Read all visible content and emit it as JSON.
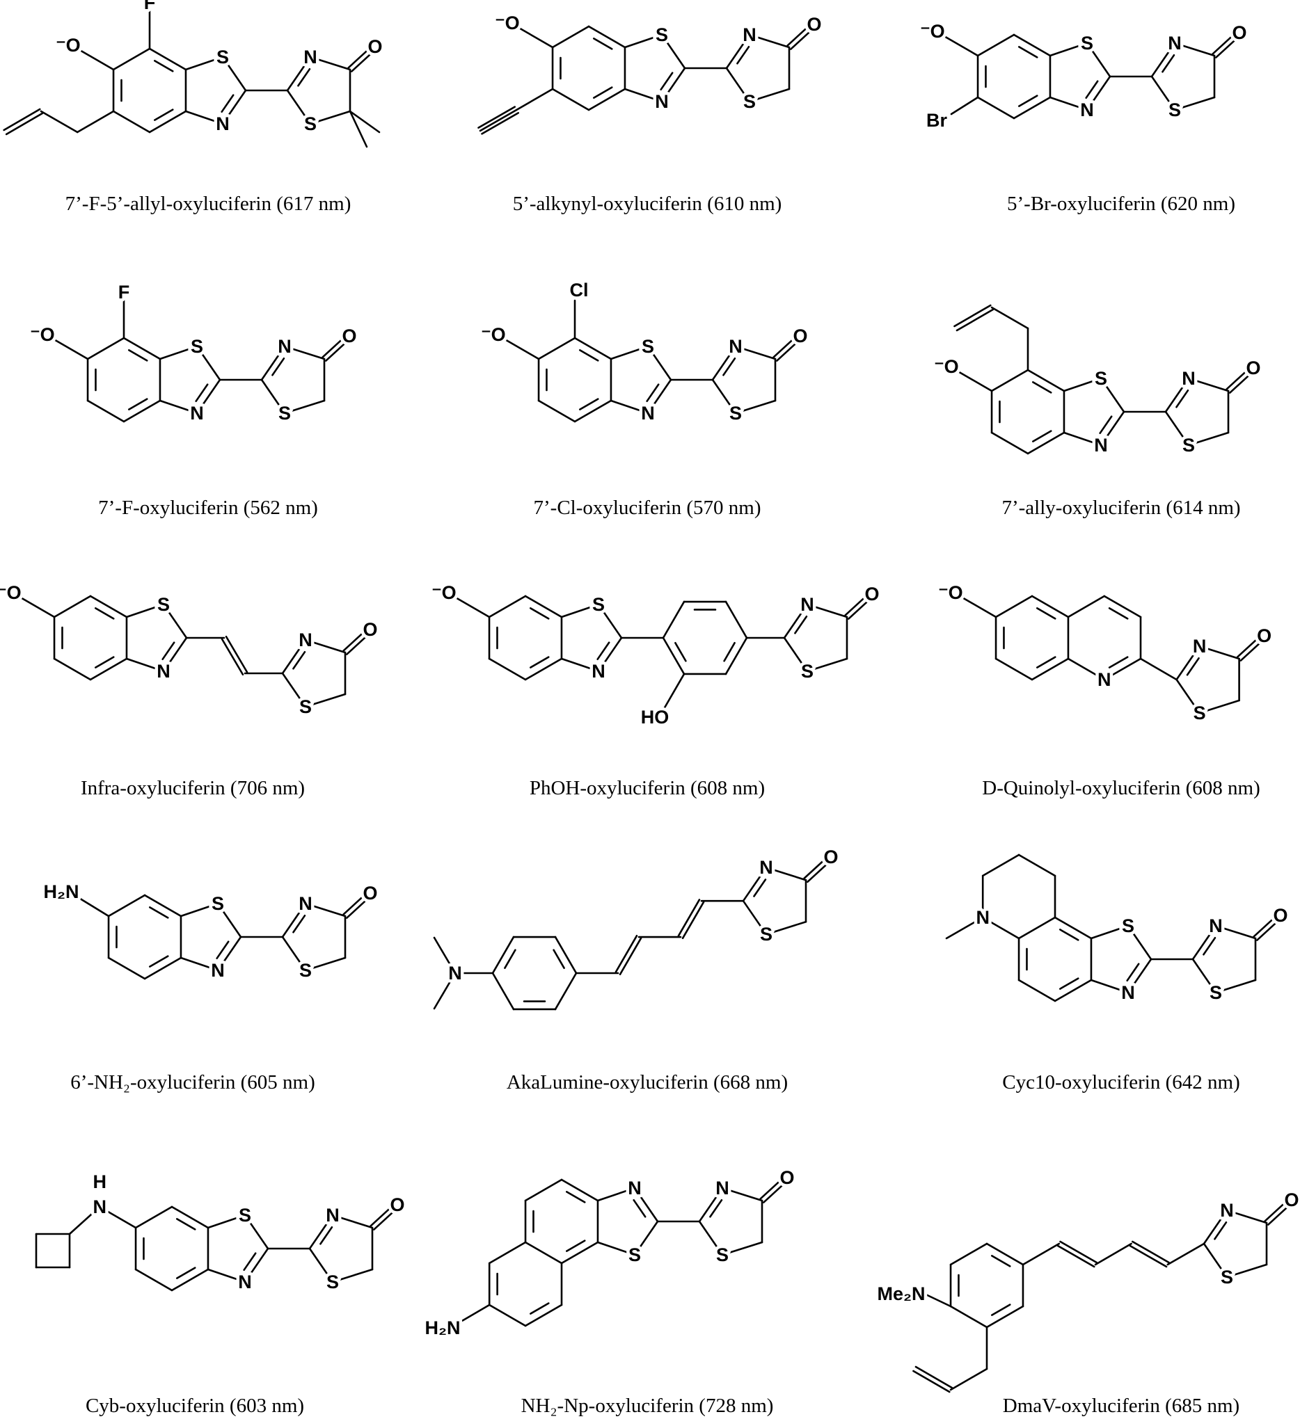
{
  "molecules": [
    {
      "caption": "7’-F-5’-allyl-oxyluciferin (617 nm)",
      "atoms": [
        "S",
        "N",
        "N",
        "O",
        "S",
        "⁻O",
        "F"
      ]
    },
    {
      "caption": "5’-alkynyl-oxyluciferin  (610 nm)",
      "atoms": [
        "S",
        "N",
        "N",
        "O",
        "S",
        "⁻O"
      ]
    },
    {
      "caption": "5’-Br-oxyluciferin (620 nm)",
      "atoms": [
        "S",
        "N",
        "N",
        "O",
        "S",
        "⁻O",
        "Br"
      ]
    },
    {
      "caption": "7’-F-oxyluciferin  (562 nm)",
      "atoms": [
        "S",
        "N",
        "N",
        "O",
        "S",
        "⁻O",
        "F"
      ]
    },
    {
      "caption": "7’-Cl-oxyluciferin  (570 nm)",
      "atoms": [
        "S",
        "N",
        "N",
        "O",
        "S",
        "⁻O",
        "Cl"
      ]
    },
    {
      "caption": "7’-ally-oxyluciferin  (614 nm)",
      "atoms": [
        "S",
        "N",
        "N",
        "O",
        "S",
        "⁻O"
      ]
    },
    {
      "caption": "Infra-oxyluciferin (706 nm)",
      "atoms": [
        "S",
        "N",
        "N",
        "O",
        "S",
        "⁻O"
      ]
    },
    {
      "caption": "PhOH-oxyluciferin (608 nm)",
      "atoms": [
        "S",
        "N",
        "N",
        "O",
        "S",
        "⁻O",
        "HO"
      ]
    },
    {
      "caption": "D-Quinolyl-oxyluciferin (608 nm)",
      "atoms": [
        "N",
        "N",
        "O",
        "S",
        "⁻O"
      ]
    },
    {
      "caption": "6’-NH₂-oxyluciferin (605 nm)",
      "atoms": [
        "S",
        "N",
        "N",
        "O",
        "S",
        "H₂N"
      ]
    },
    {
      "caption": "AkaLumine-oxyluciferin (668 nm)",
      "atoms": [
        "N",
        "O",
        "S",
        "N"
      ]
    },
    {
      "caption": "Cyc10-oxyluciferin (642 nm)",
      "atoms": [
        "S",
        "N",
        "N",
        "O",
        "S",
        "N"
      ]
    },
    {
      "caption": "Cyb-oxyluciferin (603 nm)",
      "atoms": [
        "S",
        "N",
        "N",
        "O",
        "S",
        "N",
        "H"
      ]
    },
    {
      "caption": "NH₂-Np-oxyluciferin (728 nm)",
      "atoms": [
        "N",
        "S",
        "N",
        "O",
        "S",
        "H₂N"
      ]
    },
    {
      "caption": "DmaV-oxyluciferin (685 nm)",
      "atoms": [
        "N",
        "O",
        "S",
        "Me₂N"
      ]
    }
  ]
}
